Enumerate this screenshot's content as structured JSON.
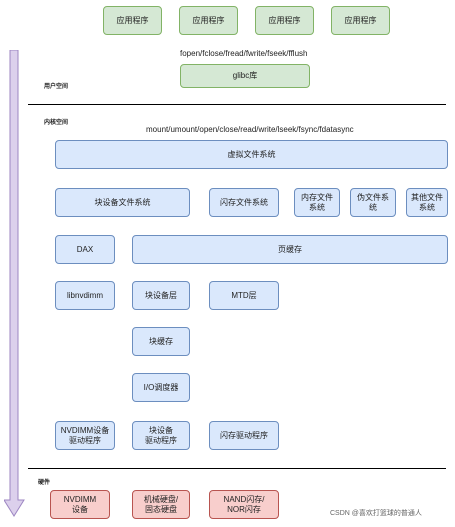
{
  "user_space": {
    "section_label": "用户空间",
    "apps": [
      "应用程序",
      "应用程序",
      "应用程序",
      "应用程序"
    ],
    "syscalls_user": "fopen/fclose/fread/fwrite/fseek/fflush",
    "glibc": "glibc库"
  },
  "kernel_space": {
    "section_label": "内核空间",
    "syscalls_kernel": "mount/umount/open/close/read/write/lseek/fsync/fdatasync",
    "vfs": "虚拟文件系统",
    "block_fs": "块设备文件系统",
    "flash_fs": "闪存文件系统",
    "mem_fs": "内存文件\n系统",
    "pseudo_fs": "伪文件系\n统",
    "other_fs": "其他文件\n系统",
    "dax": "DAX",
    "page_cache": "页缓存",
    "libnvdimm": "libnvdimm",
    "block_layer": "块设备层",
    "mtd_layer": "MTD层",
    "block_cache": "块缓存",
    "io_scheduler": "I/O调度器",
    "nvdimm_driver": "NVDIMM设备\n驱动程序",
    "block_driver": "块设备\n驱动程序",
    "flash_driver": "闪存驱动程序"
  },
  "hardware": {
    "section_label": "硬件",
    "nvdimm_device": "NVDIMM\n设备",
    "disk": "机械硬盘/\n固态硬盘",
    "nand_nor": "NAND闪存/\nNOR闪存"
  },
  "watermark": "CSDN @喜欢打篮球的普通人",
  "colors": {
    "user_box_fill": "#d5e8d4",
    "kernel_box_fill": "#dae8fc",
    "hardware_box_fill": "#f8cecc",
    "arrow_fill": "#dcd0ec"
  }
}
